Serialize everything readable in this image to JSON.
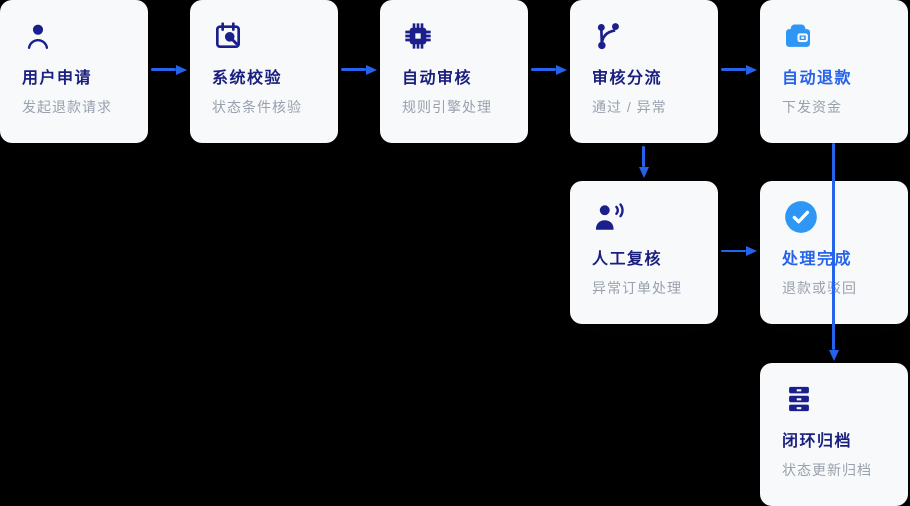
{
  "diagram": {
    "title": "refund-processing-flow",
    "nodes": [
      {
        "id": "user-apply",
        "title": "用户申请",
        "subtitle": "发起退款请求",
        "icon": "user-icon",
        "accent": "#1a1f7e"
      },
      {
        "id": "system-check",
        "title": "系统校验",
        "subtitle": "状态条件核验",
        "icon": "calendar-search-icon",
        "accent": "#1a1f7e"
      },
      {
        "id": "auto-review",
        "title": "自动审核",
        "subtitle": "规则引擎处理",
        "icon": "cpu-icon",
        "accent": "#1a1f7e"
      },
      {
        "id": "review-split",
        "title": "审核分流",
        "subtitle": "通过 / 异常",
        "icon": "branch-icon",
        "accent": "#1a1f7e"
      },
      {
        "id": "auto-refund",
        "title": "自动退款",
        "subtitle": "下发资金",
        "icon": "wallet-icon",
        "accent": "#2563eb"
      },
      {
        "id": "manual-review",
        "title": "人工复核",
        "subtitle": "异常订单处理",
        "icon": "person-voice-icon",
        "accent": "#1a1f7e"
      },
      {
        "id": "process-done",
        "title": "处理完成",
        "subtitle": "退款或驳回",
        "icon": "check-circle-icon",
        "accent": "#2563eb"
      },
      {
        "id": "archive",
        "title": "闭环归档",
        "subtitle": "状态更新归档",
        "icon": "server-stack-icon",
        "accent": "#1a1f7e"
      }
    ],
    "connections": [
      {
        "from": "user-apply",
        "to": "system-check"
      },
      {
        "from": "system-check",
        "to": "auto-review"
      },
      {
        "from": "auto-review",
        "to": "review-split"
      },
      {
        "from": "review-split",
        "to": "auto-refund"
      },
      {
        "from": "review-split",
        "to": "manual-review"
      },
      {
        "from": "manual-review",
        "to": "process-done"
      },
      {
        "from": "auto-refund",
        "to": "archive"
      }
    ]
  },
  "colors": {
    "background": "#000000",
    "card_background": "#f8f9fb",
    "navy": "#1b1f8c",
    "arrow_blue": "#2563eb",
    "light_blue": "#2e96f5",
    "subtitle_gray": "#99a1ae"
  }
}
